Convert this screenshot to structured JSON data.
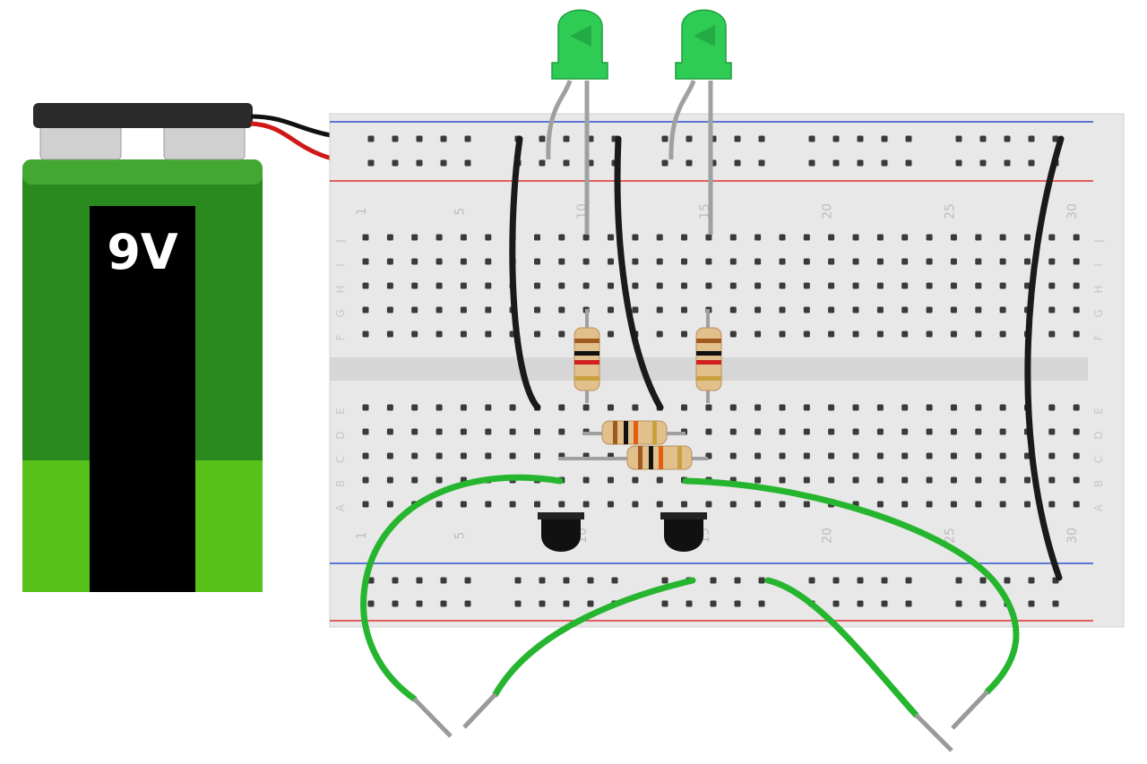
{
  "battery": {
    "label": "9V",
    "colors": {
      "body_dark": "#2a8a1e",
      "body_mid": "#1f7a16",
      "body_light": "#57c11a",
      "stripe": "#000000"
    }
  },
  "breadboard": {
    "row_letters_top": [
      "J",
      "I",
      "H",
      "G",
      "F"
    ],
    "row_letters_bottom": [
      "E",
      "D",
      "C",
      "B",
      "A"
    ],
    "column_numbers_top": [
      "1",
      "5",
      "10",
      "15",
      "20",
      "25",
      "30"
    ],
    "column_numbers_bottom": [
      "1",
      "5",
      "10",
      "15",
      "20",
      "25",
      "30"
    ],
    "colors": {
      "board": "#e8e8e8",
      "hole": "#3a3a3a",
      "rail_red": "#e03030",
      "rail_blue": "#3050d0",
      "channel": "#d6d6d6"
    }
  },
  "components": {
    "leds": [
      "led-1",
      "led-2"
    ],
    "resistors": [
      "resistor-1",
      "resistor-2",
      "resistor-3",
      "resistor-4"
    ],
    "transistors": [
      "transistor-1",
      "transistor-2"
    ],
    "led_color": "#2ecc55",
    "wire_green": "#26b52f",
    "wire_black": "#1a1a1a"
  }
}
